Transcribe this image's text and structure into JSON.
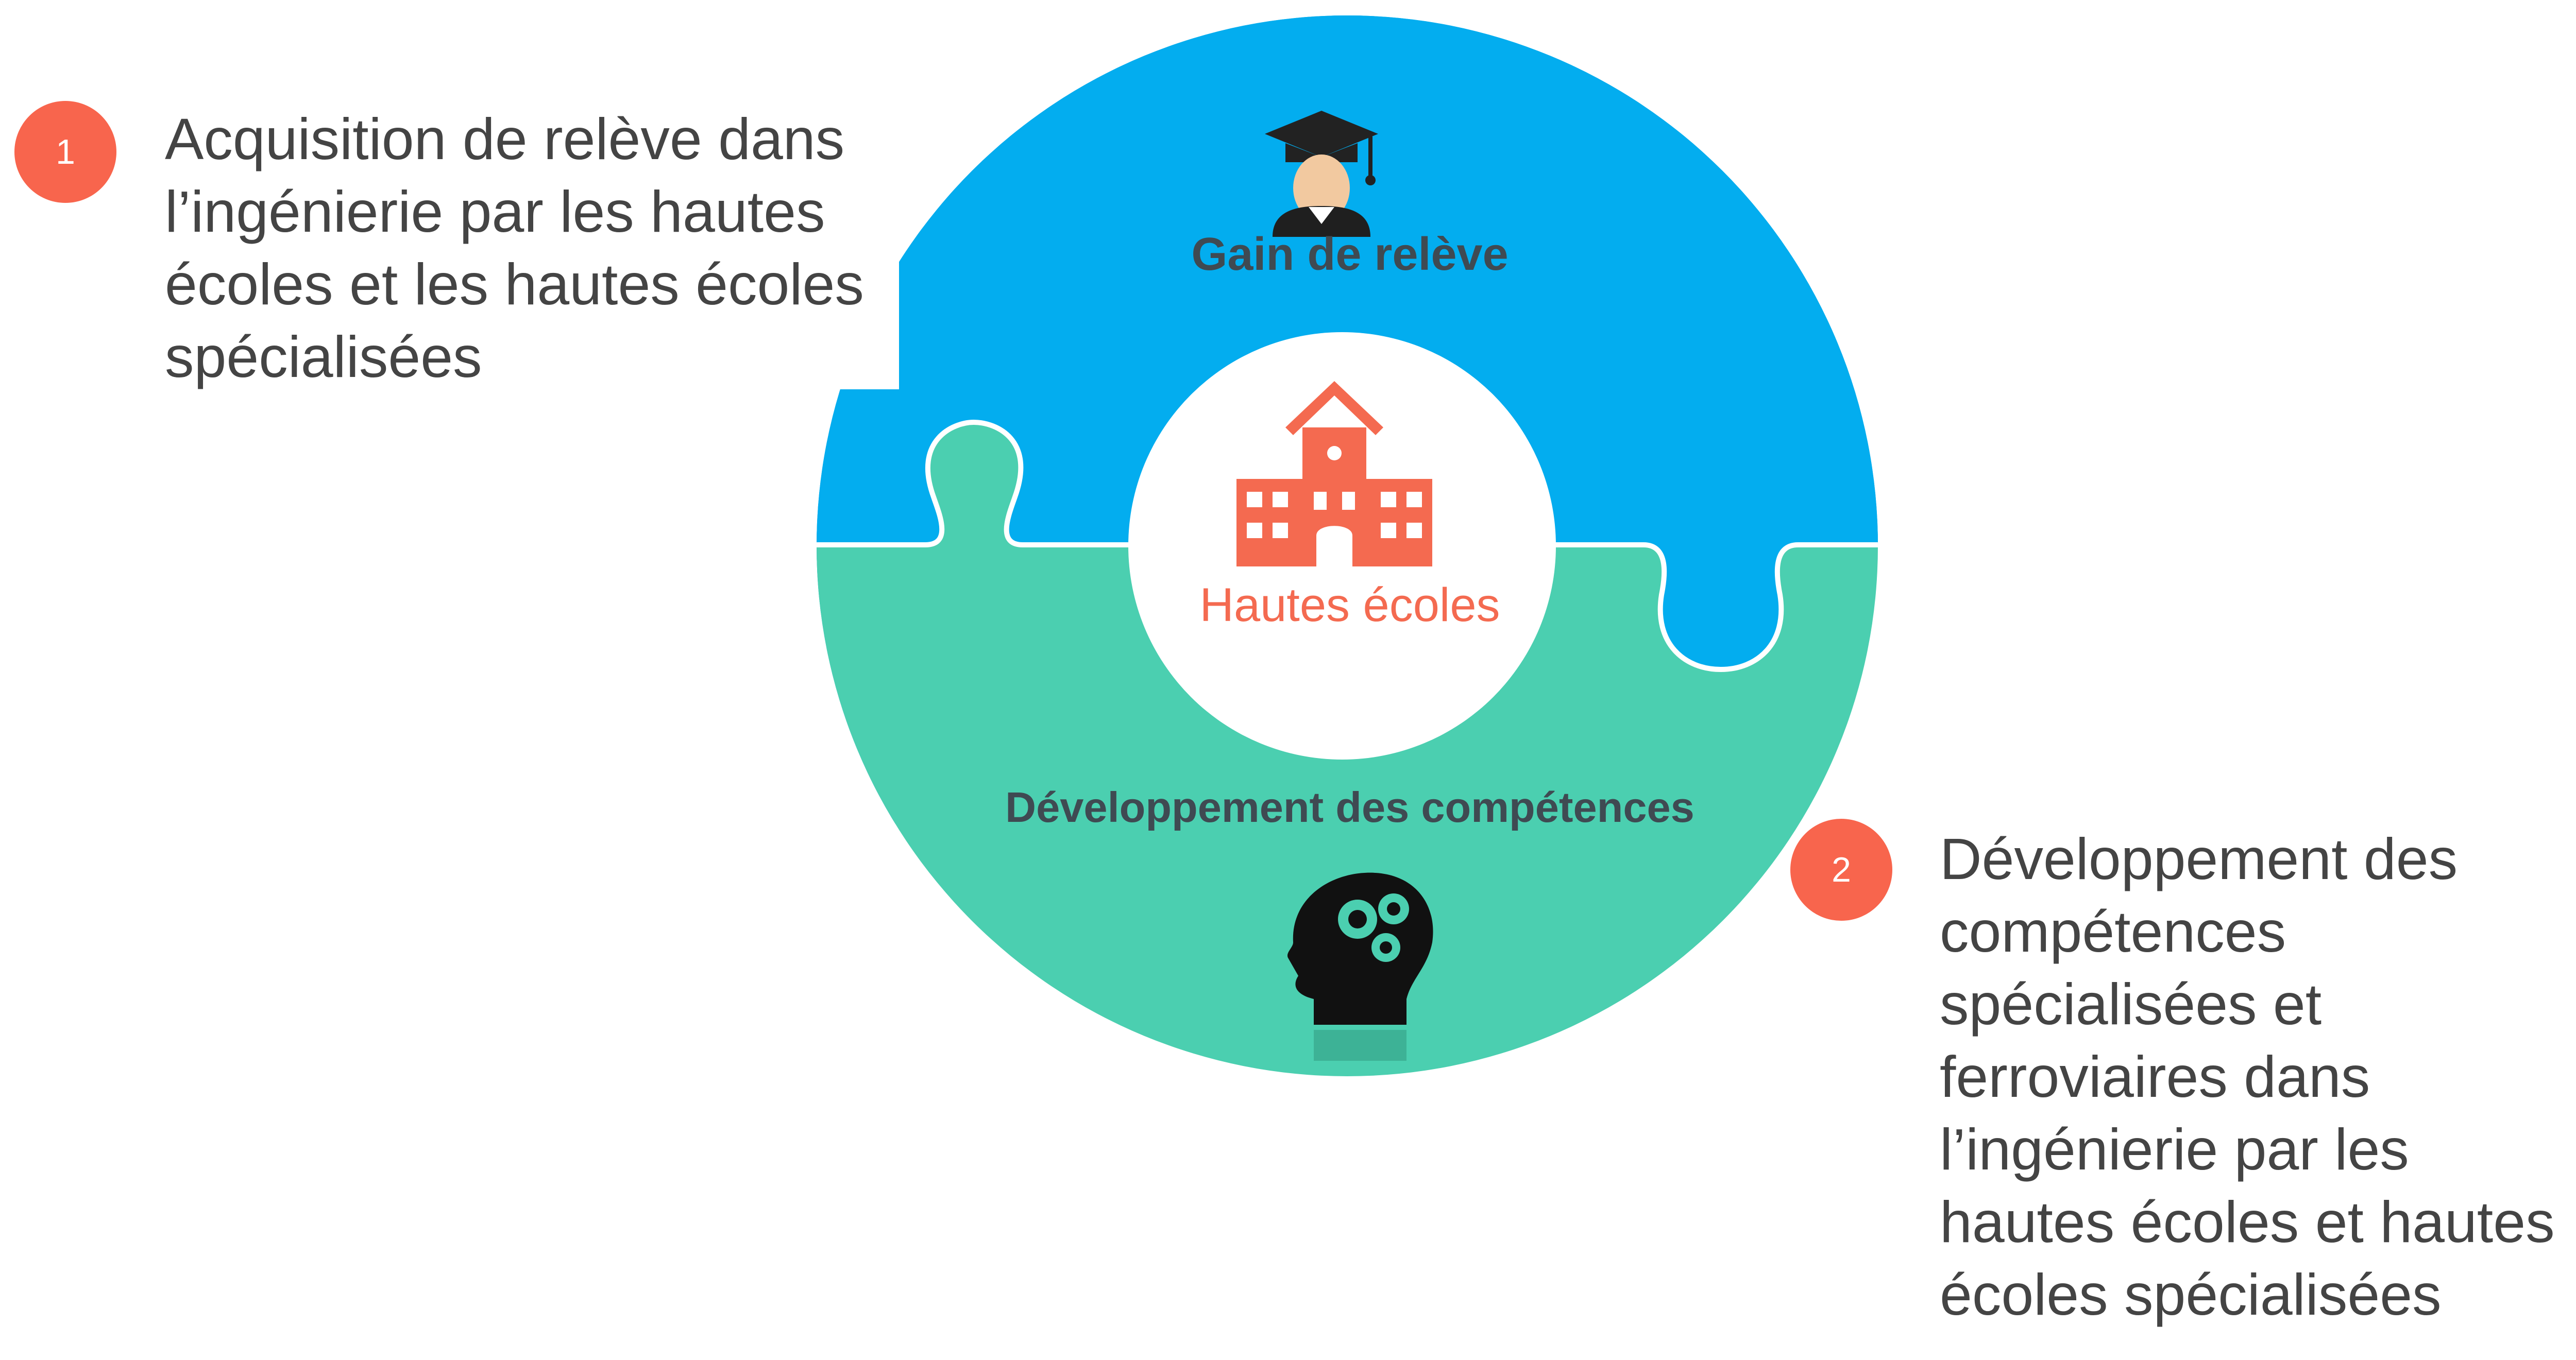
{
  "diagram": {
    "center_label": "Hautes écoles",
    "top_segment_label": "Gain de relève",
    "bottom_segment_label": "Développement des compétences",
    "colors": {
      "top_segment": "#03ADEF",
      "bottom_segment": "#4BCFB0",
      "accent": "#F8654D",
      "label_text": "#3F4A52",
      "body_text": "#444444"
    },
    "icons": {
      "top": "graduate-icon",
      "center": "school-building-icon",
      "bottom": "head-gears-icon"
    }
  },
  "notes": [
    {
      "number": "1",
      "lines": [
        "Acquisition de relève dans",
        "l’ingénierie par les hautes",
        "écoles et les hautes écoles",
        "spécialisées"
      ]
    },
    {
      "number": "2",
      "lines": [
        "Développement des",
        "compétences",
        "spécialisées et",
        "ferroviaires dans",
        "l’ingénierie par les",
        "hautes écoles et hautes",
        "écoles spécialisées"
      ]
    }
  ]
}
